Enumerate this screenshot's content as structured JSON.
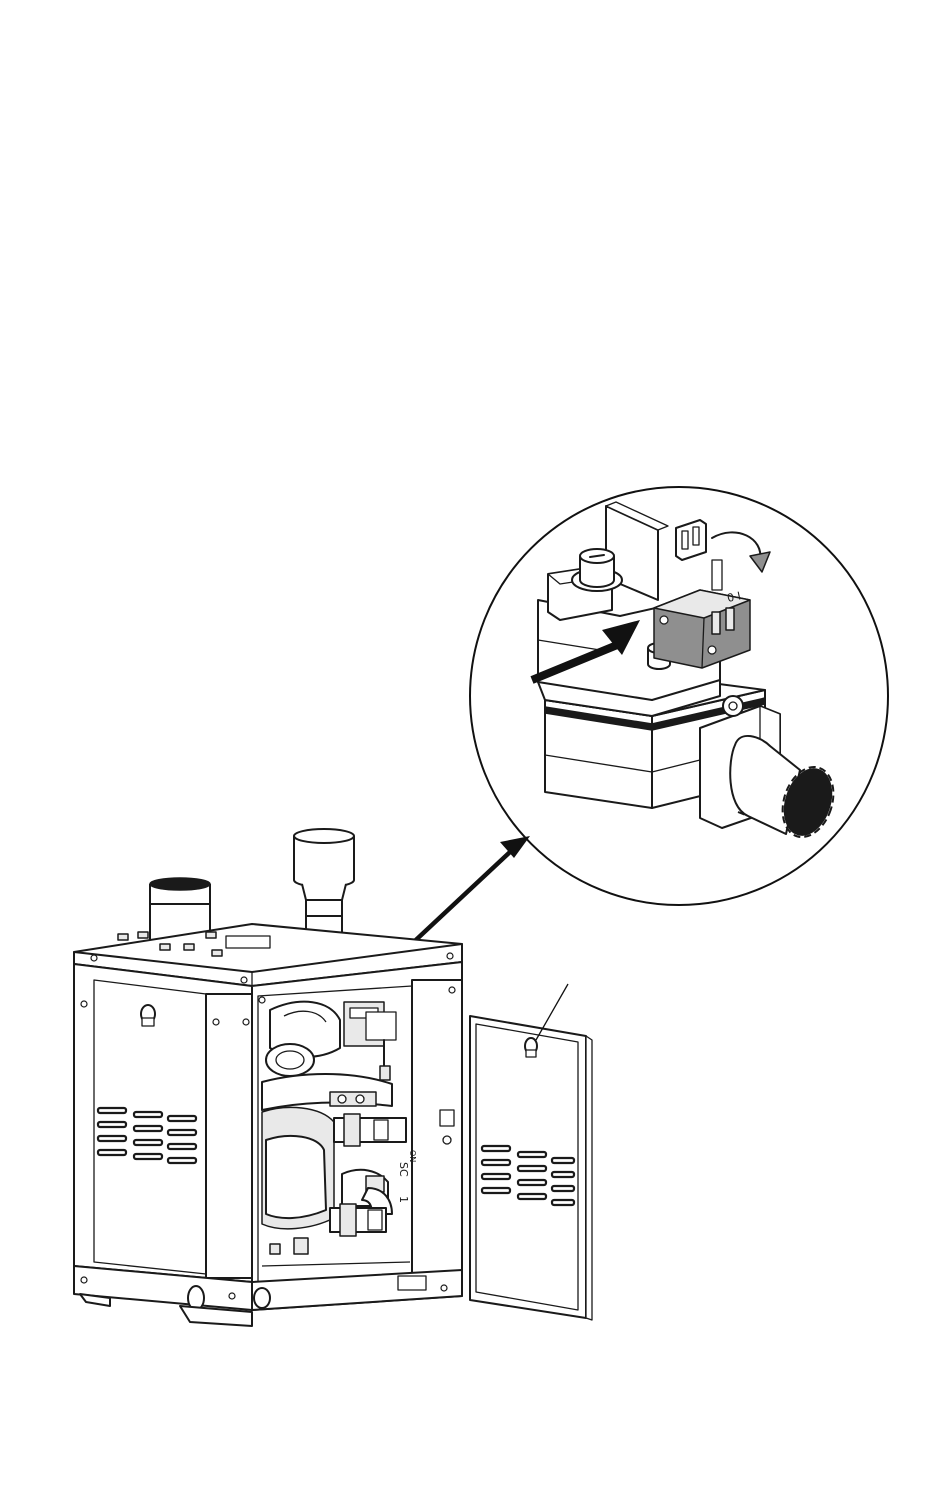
{
  "figure": {
    "kind": "equipment illustration",
    "callout_markings": [
      "SC",
      "1",
      "ON"
    ]
  }
}
